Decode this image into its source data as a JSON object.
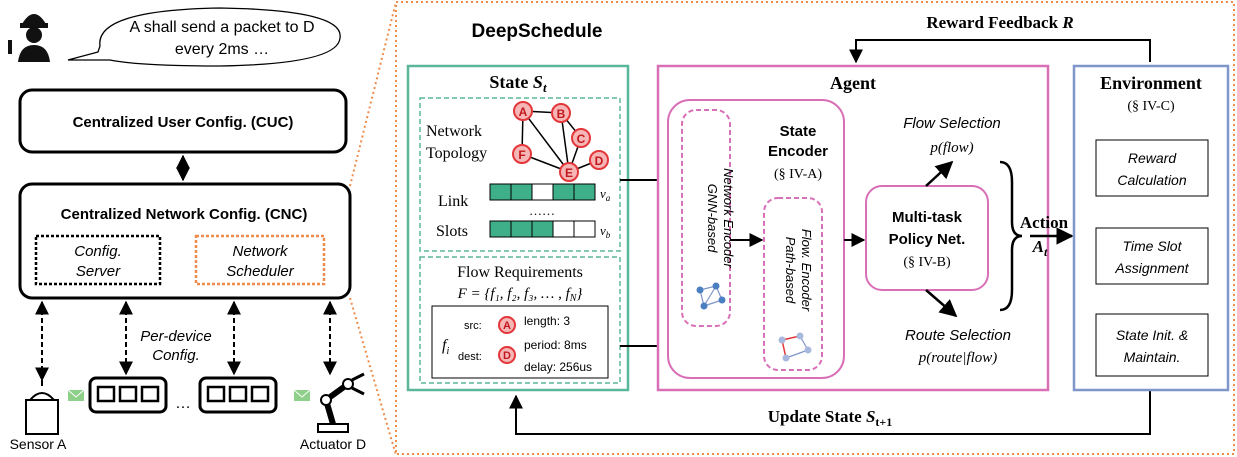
{
  "left": {
    "speech": [
      "A shall send a packet to D",
      "every 2ms …"
    ],
    "cuc": "Centralized User Config. (CUC)",
    "cnc": "Centralized Network Config. (CNC)",
    "config_server": [
      "Config.",
      "Server"
    ],
    "network_scheduler": [
      "Network",
      "Scheduler"
    ],
    "per_device": [
      "Per-device",
      "Config."
    ],
    "dots": "…",
    "sensor": "Sensor A",
    "actuator": "Actuator D"
  },
  "main": {
    "title": "DeepSchedule",
    "reward_feedback": "Reward Feedback",
    "reward_symbol": "R",
    "update_state": "Update State",
    "update_symbol": "S",
    "update_sub": "t+1"
  },
  "state": {
    "title": "State",
    "symbol": "S",
    "sub": "t",
    "network_topology": [
      "Network",
      "Topology"
    ],
    "nodes": [
      "A",
      "B",
      "C",
      "D",
      "E",
      "F"
    ],
    "link": "Link",
    "slots": "Slots",
    "slot_dots": "……",
    "va": "v",
    "va_sub": "a",
    "vb": "v",
    "vb_sub": "b",
    "flow_requirements": "Flow Requirements",
    "flow_set": "F = {f₁, f₂, f₃, … , f",
    "flow_set_end": "N",
    "flow_set_close": "}",
    "fi": "f",
    "fi_sub": "i",
    "src": "src:",
    "dest": "dest:",
    "src_node": "A",
    "dest_node": "D",
    "length": "length:  3",
    "period": "period: 8ms",
    "delay": "delay: 256us"
  },
  "agent": {
    "title": "Agent",
    "gnn": [
      "GNN-based",
      "Network Encoder"
    ],
    "path": [
      "Path-based",
      "Flow. Encoder"
    ],
    "state_encoder": [
      "State",
      "Encoder"
    ],
    "state_encoder_ref": "(§ IV-A)",
    "policy": [
      "Multi-task",
      "Policy Net."
    ],
    "policy_ref": "(§ IV-B)",
    "flow_selection": "Flow Selection",
    "flow_formula": "p(flow)",
    "route_selection": "Route Selection",
    "route_formula": "p(route|flow)",
    "action": "Action",
    "action_symbol": "A",
    "action_sub": "t"
  },
  "environment": {
    "title": "Environment",
    "ref": "(§ IV-C)",
    "reward_calc": [
      "Reward",
      "Calculation"
    ],
    "time_slot": [
      "Time Slot",
      "Assignment"
    ],
    "state_init": [
      "State Init. &",
      "Maintain."
    ]
  },
  "colors": {
    "state_green": "#5ab79b",
    "agent_pink": "#d96fb7",
    "env_blue": "#7f96c9",
    "orange_dotted": "#ef8c4a",
    "node_red": "#e3363a",
    "slot_fill": "#3faf8a"
  }
}
